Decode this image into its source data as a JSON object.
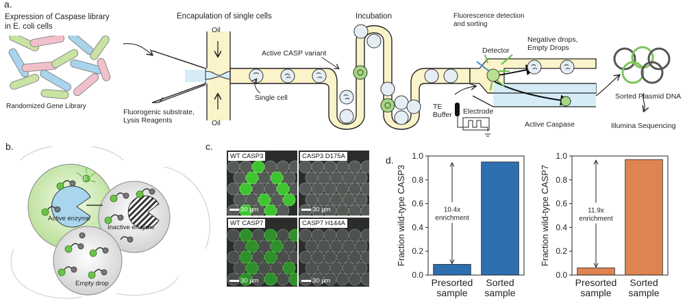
{
  "panel_a": {
    "letter": "a.",
    "expression_title": "Expression of Caspase library\nin E. coli cells",
    "gene_library": "Randomized Gene Library",
    "encapsulation": "Encapulation of single cells",
    "oil_top": "Oil",
    "oil_bottom": "Oil",
    "substrate": "Fluorogenic substrate,\nLysis Reagents",
    "single_cell": "Single cell",
    "active_variant": "Active CASP variant",
    "incubation": "Incubation",
    "fluorescence": "Fluorescence detection\nand sorting",
    "detector": "Detector",
    "negative": "Negative drops,\nEmpty Drops",
    "te_buffer": "TE\nBuffer",
    "electrode": "Electrode",
    "active_caspase": "Active Caspase",
    "sorted_plasmid": "Sorted Plasmid DNA",
    "illumina": "Illumina Sequencing"
  },
  "panel_b": {
    "letter": "b.",
    "active_enzyme": "Active enzyme",
    "inactive_enzyme": "Inactive enzyme",
    "empty_drop": "Empty drop",
    "substrate_letter": "F"
  },
  "panel_c": {
    "letter": "c.",
    "images": [
      {
        "label": "WT CASP3",
        "scale": "30 µm"
      },
      {
        "label": "CASP3 D175A",
        "scale": "30 µm"
      },
      {
        "label": "WT CASP7",
        "scale": "30 µm"
      },
      {
        "label": "CASP7 H144A",
        "scale": "30 µm"
      }
    ]
  },
  "panel_d": {
    "letter": "d."
  },
  "chart_data": [
    {
      "type": "bar",
      "categories": [
        "Presorted\nsample",
        "Sorted\nsample"
      ],
      "values": [
        0.09,
        0.95
      ],
      "ylabel": "Fraction wild-type CASP3",
      "ylim": [
        0,
        1.0
      ],
      "yticks": [
        0.0,
        0.2,
        0.4,
        0.6,
        0.8,
        1.0
      ],
      "annotation": "10.4x\nenrichment",
      "color": "#2e6fb0"
    },
    {
      "type": "bar",
      "categories": [
        "Presorted\nsample",
        "Sorted\nsample"
      ],
      "values": [
        0.06,
        0.97
      ],
      "ylabel": "Fraction wild-type CASP7",
      "ylim": [
        0,
        1.0
      ],
      "yticks": [
        0.0,
        0.2,
        0.4,
        0.6,
        0.8,
        1.0
      ],
      "annotation": "11.9x\nenrichment",
      "color": "#de8451"
    }
  ]
}
